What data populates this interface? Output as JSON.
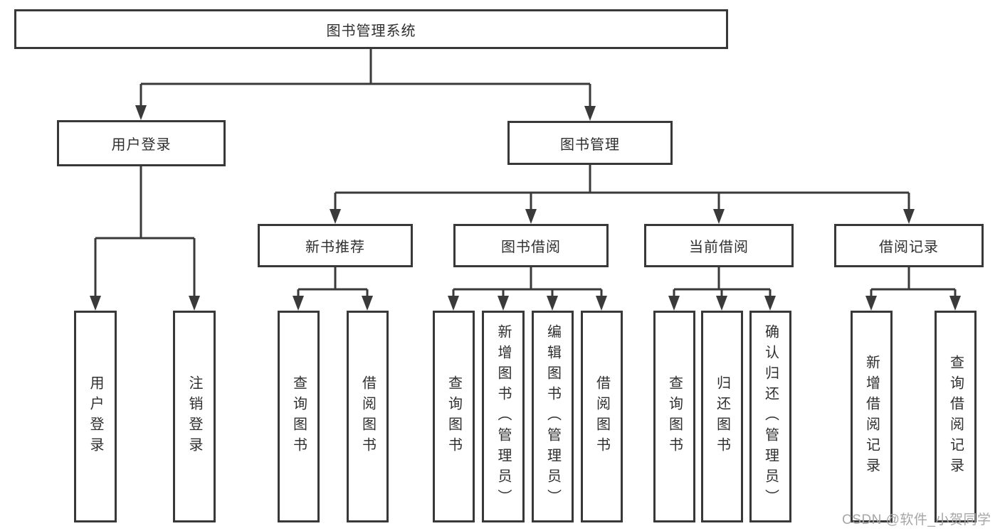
{
  "diagram": {
    "title": "图书管理系统",
    "level2": [
      {
        "label": "用户登录"
      },
      {
        "label": "图书管理"
      }
    ],
    "level3": [
      {
        "label": "新书推荐"
      },
      {
        "label": "图书借阅"
      },
      {
        "label": "当前借阅"
      },
      {
        "label": "借阅记录"
      }
    ],
    "leaves": [
      {
        "label": "用户登录"
      },
      {
        "label": "注销登录"
      },
      {
        "label": "查询图书"
      },
      {
        "label": "借阅图书"
      },
      {
        "label": "查询图书"
      },
      {
        "label": "新增图书（管理员）"
      },
      {
        "label": "编辑图书（管理员）"
      },
      {
        "label": "借阅图书"
      },
      {
        "label": "查询图书"
      },
      {
        "label": "归还图书"
      },
      {
        "label": "确认归还（管理员）"
      },
      {
        "label": "新增借阅记录"
      },
      {
        "label": "查询借阅记录"
      }
    ],
    "watermark": "CSDN @软件_小贺同学",
    "colors": {
      "line": "#3a3a3a",
      "border": "#383838",
      "fill": "#ffffff",
      "text": "#2f2f2f",
      "watermark": "#a6a6a6"
    }
  }
}
